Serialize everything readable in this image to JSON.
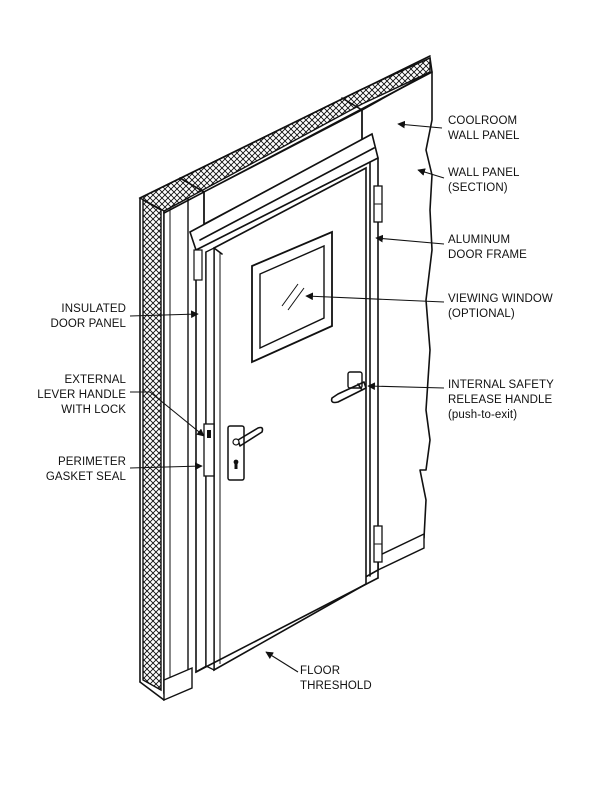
{
  "diagram": {
    "labels": {
      "coolroom_wall_panel": [
        "COOLROOM",
        "WALL PANEL"
      ],
      "wall_panel_section": [
        "WALL PANEL",
        "(SECTION)"
      ],
      "aluminum_door_frame": [
        "ALUMINUM",
        "DOOR FRAME"
      ],
      "viewing_window": [
        "VIEWING WINDOW",
        "(OPTIONAL)"
      ],
      "internal_safety_release_handle": [
        "INTERNAL SAFETY",
        "RELEASE HANDLE",
        "(push-to-exit)"
      ],
      "insulated_door_panel": [
        "INSULATED",
        "DOOR PANEL"
      ],
      "external_lever_handle": [
        "EXTERNAL",
        "LEVER HANDLE",
        "WITH LOCK"
      ],
      "perimeter_gasket_seal": [
        "PERIMETER",
        "GASKET SEAL"
      ],
      "floor_threshold": [
        "FLOOR",
        "THRESHOLD"
      ]
    },
    "colors": {
      "line": "#111111",
      "background": "#ffffff",
      "insulation_fill": "#cfcfcf"
    }
  }
}
